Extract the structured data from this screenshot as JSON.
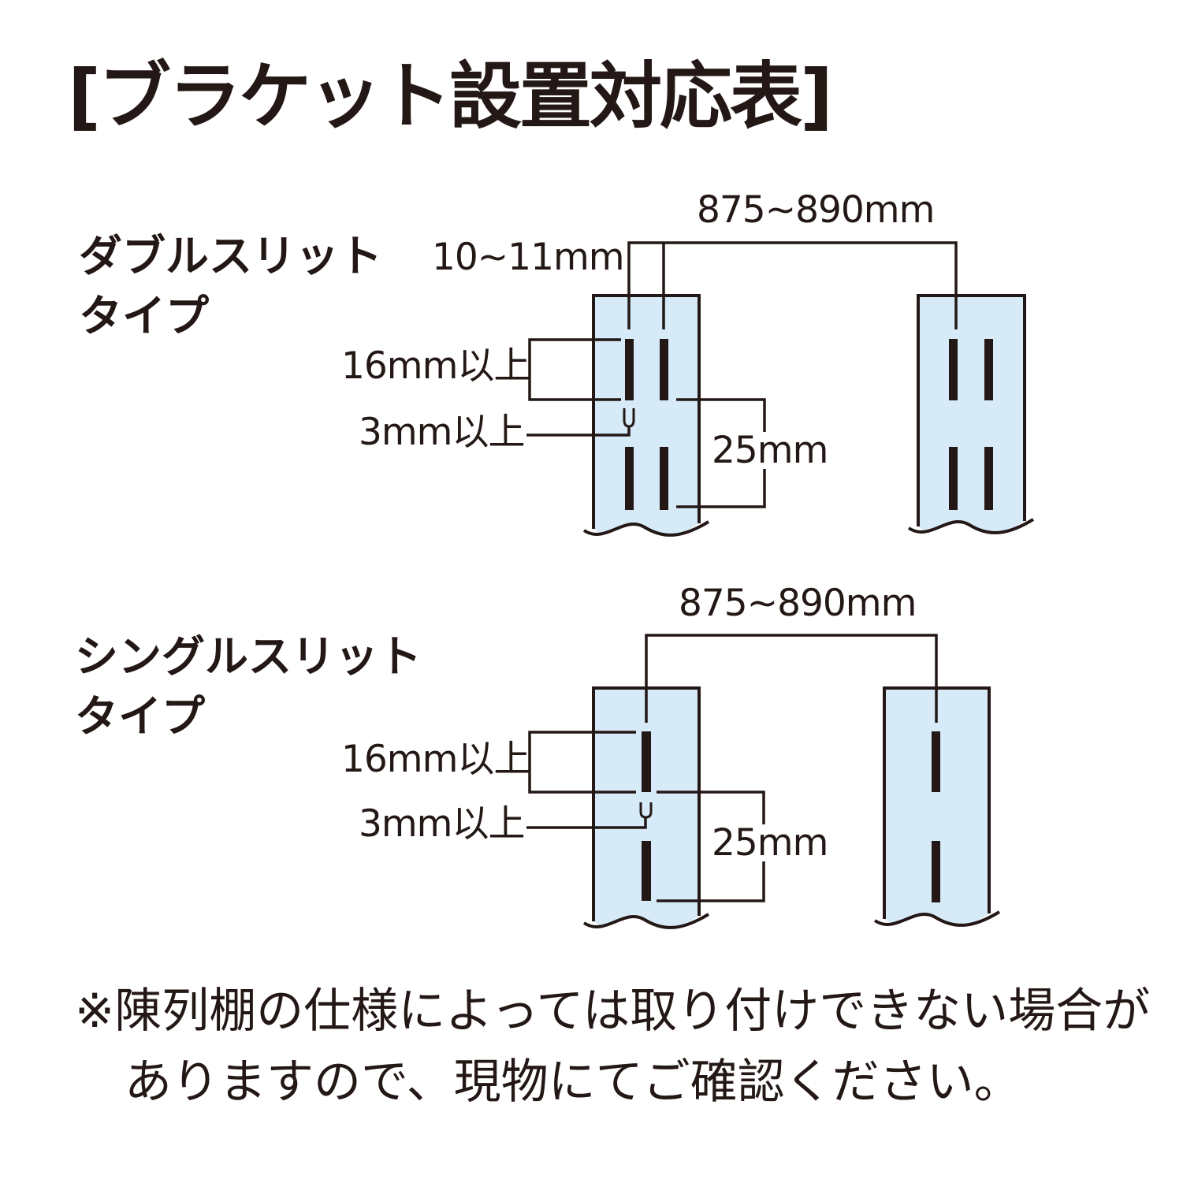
{
  "title": "[ブラケット設置対応表]",
  "sections": [
    {
      "label_line1": "ダブルスリット",
      "label_line2": "タイプ",
      "dim_width": "875~890mm",
      "dim_slit_gap": "10~11mm",
      "dim_slit_length": "16mm以上",
      "dim_lip": "3mm以上",
      "dim_pitch": "25mm"
    },
    {
      "label_line1": "シングルスリット",
      "label_line2": "タイプ",
      "dim_width": "875~890mm",
      "dim_slit_length": "16mm以上",
      "dim_lip": "3mm以上",
      "dim_pitch": "25mm"
    }
  ],
  "note": {
    "line1": "※陳列棚の仕様によっては取り付けできない場合が",
    "line2": "ありますので、現物にてご確認ください。"
  },
  "colors": {
    "ink": "#231815",
    "post_fill": "#d6eaf8"
  }
}
